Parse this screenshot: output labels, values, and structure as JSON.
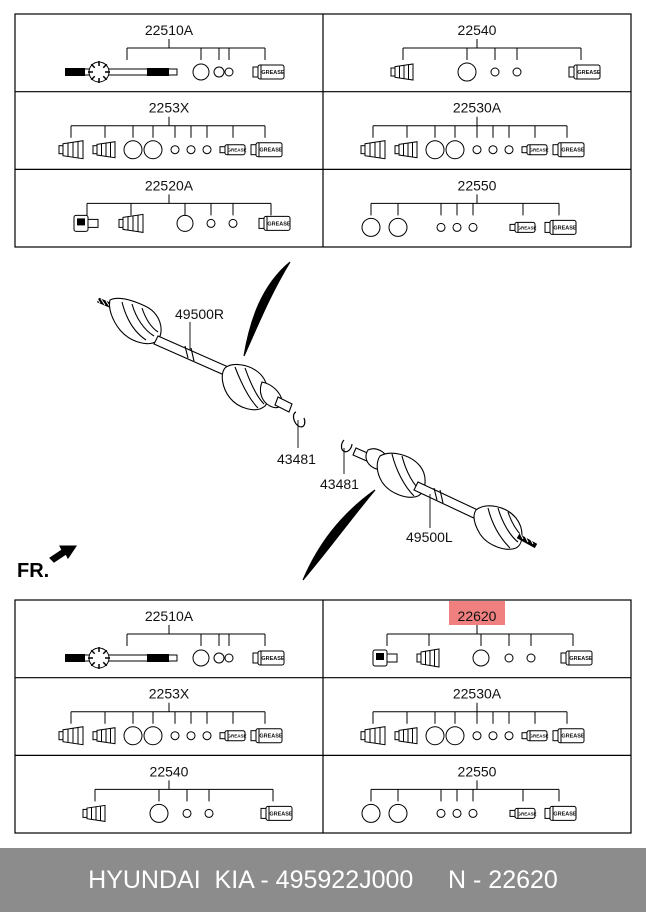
{
  "top_kits": [
    {
      "label": "22510A",
      "type": "cv_joint"
    },
    {
      "label": "22540",
      "type": "boot_only"
    },
    {
      "label": "2253X",
      "type": "double_boot"
    },
    {
      "label": "22530A",
      "type": "double_boot_alt"
    },
    {
      "label": "22520A",
      "type": "housing"
    },
    {
      "label": "22550",
      "type": "rings_only"
    }
  ],
  "bottom_kits": [
    {
      "label": "22510A",
      "type": "cv_joint"
    },
    {
      "label": "22620",
      "type": "housing_boot",
      "highlighted": true
    },
    {
      "label": "2253X",
      "type": "double_boot"
    },
    {
      "label": "22530A",
      "type": "double_boot_alt"
    },
    {
      "label": "22540",
      "type": "boot_only"
    },
    {
      "label": "22550",
      "type": "rings_only"
    }
  ],
  "assembly": {
    "right_shaft": "49500R",
    "left_shaft": "49500L",
    "clip_right": "43481",
    "clip_left": "43481",
    "front_indicator": "FR."
  },
  "grease_text": "GREASE",
  "highlight_color": "#f08080",
  "footer_text": "HYUNDAI  KIA - 495922J000     N - 22620"
}
